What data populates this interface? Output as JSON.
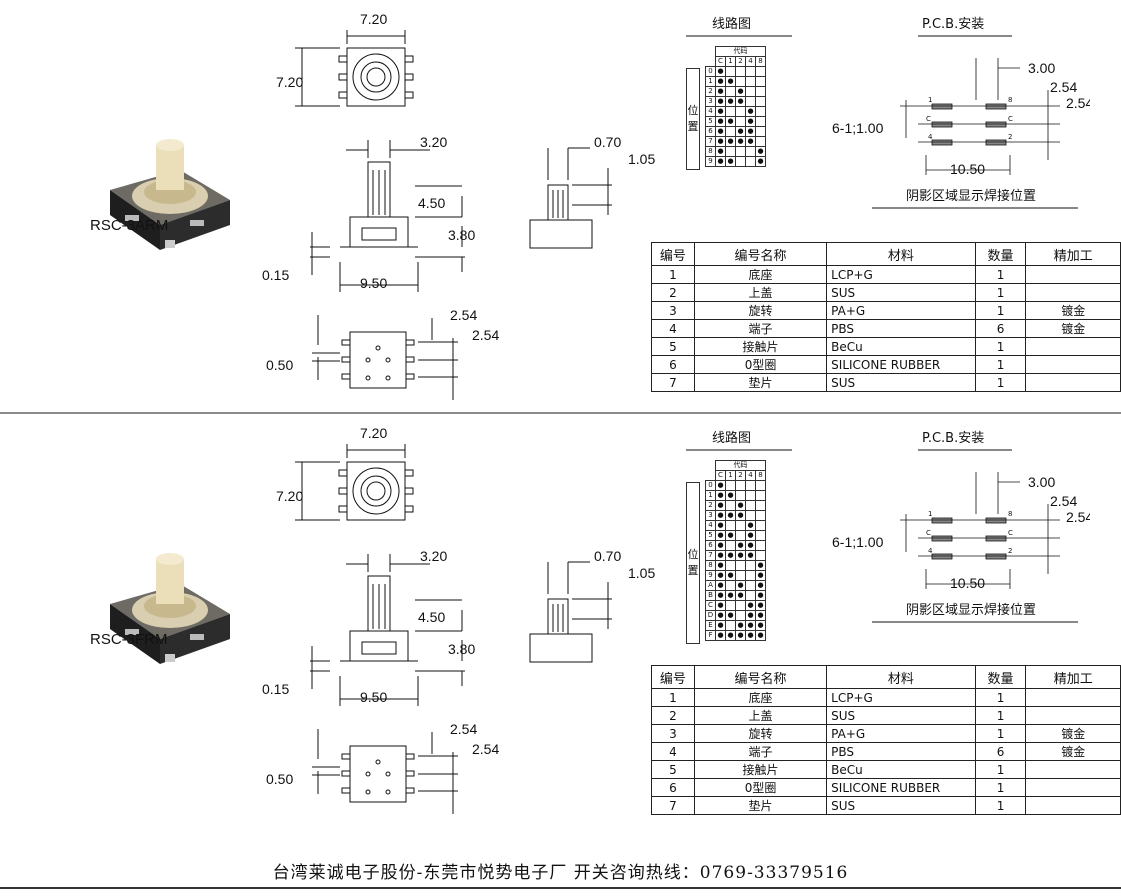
{
  "sections": [
    {
      "model": "RSC-3ARM",
      "dims": {
        "top_w": "7.20",
        "top_h": "7.20",
        "shaft_w": "3.20",
        "shaft_h": "4.50",
        "body_h": "3.80",
        "base_off": "0.15",
        "base_w": "9.50",
        "side_w": "0.70",
        "side_h": "1.05",
        "bot_p1": "2.54",
        "bot_p2": "2.54",
        "bot_pad": "0.50"
      },
      "pcb": {
        "title": "P.C.B.安装",
        "p1": "3.00",
        "p2": "2.54",
        "p3": "2.54",
        "holes": "6-1;1.00",
        "width": "10.50",
        "caption": "阴影区域显示焊接位置"
      },
      "circuit": {
        "title": "线路图",
        "header": "代码",
        "pos_label": "位置",
        "cols": [
          "C",
          "1",
          "2",
          "4",
          "8"
        ],
        "rows": [
          [
            "0",
            "●",
            "",
            "",
            "",
            ""
          ],
          [
            "1",
            "●",
            "●",
            "",
            "",
            ""
          ],
          [
            "2",
            "●",
            "",
            "●",
            "",
            ""
          ],
          [
            "3",
            "●",
            "●",
            "●",
            "",
            ""
          ],
          [
            "4",
            "●",
            "",
            "",
            "●",
            ""
          ],
          [
            "5",
            "●",
            "●",
            "",
            "●",
            ""
          ],
          [
            "6",
            "●",
            "",
            "●",
            "●",
            ""
          ],
          [
            "7",
            "●",
            "●",
            "●",
            "●",
            ""
          ],
          [
            "8",
            "●",
            "",
            "",
            "",
            "●"
          ],
          [
            "9",
            "●",
            "●",
            "",
            "",
            "●"
          ]
        ]
      },
      "bom": {
        "headers": [
          "编号",
          "编号名称",
          "材料",
          "数量",
          "精加工"
        ],
        "rows": [
          [
            "1",
            "底座",
            "LCP+G",
            "1",
            ""
          ],
          [
            "2",
            "上盖",
            "SUS",
            "1",
            ""
          ],
          [
            "3",
            "旋转",
            "PA+G",
            "1",
            "镀金"
          ],
          [
            "4",
            "端子",
            "PBS",
            "6",
            "镀金"
          ],
          [
            "5",
            "接触片",
            "BeCu",
            "1",
            ""
          ],
          [
            "6",
            "0型圈",
            "SILICONE RUBBER",
            "1",
            ""
          ],
          [
            "7",
            "垫片",
            "SUS",
            "1",
            ""
          ]
        ]
      }
    },
    {
      "model": "RSC-3FRM",
      "dims": {
        "top_w": "7.20",
        "top_h": "7.20",
        "shaft_w": "3.20",
        "shaft_h": "4.50",
        "body_h": "3.80",
        "base_off": "0.15",
        "base_w": "9.50",
        "side_w": "0.70",
        "side_h": "1.05",
        "bot_p1": "2.54",
        "bot_p2": "2.54",
        "bot_pad": "0.50"
      },
      "pcb": {
        "title": "P.C.B.安装",
        "p1": "3.00",
        "p2": "2.54",
        "p3": "2.54",
        "holes": "6-1;1.00",
        "width": "10.50",
        "caption": "阴影区域显示焊接位置"
      },
      "circuit": {
        "title": "线路图",
        "header": "代码",
        "pos_label": "位置",
        "cols": [
          "C",
          "1",
          "2",
          "4",
          "8"
        ],
        "rows": [
          [
            "0",
            "●",
            "",
            "",
            "",
            ""
          ],
          [
            "1",
            "●",
            "●",
            "",
            "",
            ""
          ],
          [
            "2",
            "●",
            "",
            "●",
            "",
            ""
          ],
          [
            "3",
            "●",
            "●",
            "●",
            "",
            ""
          ],
          [
            "4",
            "●",
            "",
            "",
            "●",
            ""
          ],
          [
            "5",
            "●",
            "●",
            "",
            "●",
            ""
          ],
          [
            "6",
            "●",
            "",
            "●",
            "●",
            ""
          ],
          [
            "7",
            "●",
            "●",
            "●",
            "●",
            ""
          ],
          [
            "8",
            "●",
            "",
            "",
            "",
            "●"
          ],
          [
            "9",
            "●",
            "●",
            "",
            "",
            "●"
          ],
          [
            "A",
            "●",
            "",
            "●",
            "",
            "●"
          ],
          [
            "B",
            "●",
            "●",
            "●",
            "",
            "●"
          ],
          [
            "C",
            "●",
            "",
            "",
            "●",
            "●"
          ],
          [
            "D",
            "●",
            "●",
            "",
            "●",
            "●"
          ],
          [
            "E",
            "●",
            "",
            "●",
            "●",
            "●"
          ],
          [
            "F",
            "●",
            "●",
            "●",
            "●",
            "●"
          ]
        ]
      },
      "bom": {
        "headers": [
          "编号",
          "编号名称",
          "材料",
          "数量",
          "精加工"
        ],
        "rows": [
          [
            "1",
            "底座",
            "LCP+G",
            "1",
            ""
          ],
          [
            "2",
            "上盖",
            "SUS",
            "1",
            ""
          ],
          [
            "3",
            "旋转",
            "PA+G",
            "1",
            "镀金"
          ],
          [
            "4",
            "端子",
            "PBS",
            "6",
            "镀金"
          ],
          [
            "5",
            "接触片",
            "BeCu",
            "1",
            ""
          ],
          [
            "6",
            "0型圈",
            "SILICONE RUBBER",
            "1",
            ""
          ],
          [
            "7",
            "垫片",
            "SUS",
            "1",
            ""
          ]
        ]
      }
    }
  ],
  "footer": "台湾莱诚电子股份-东莞市悦势电子厂  开关咨询热线：0769-33379516",
  "colors": {
    "divider": "#8a8a8a",
    "ink": "#111111",
    "knob": "#e8dcb0",
    "body": "#3a3a3a"
  }
}
